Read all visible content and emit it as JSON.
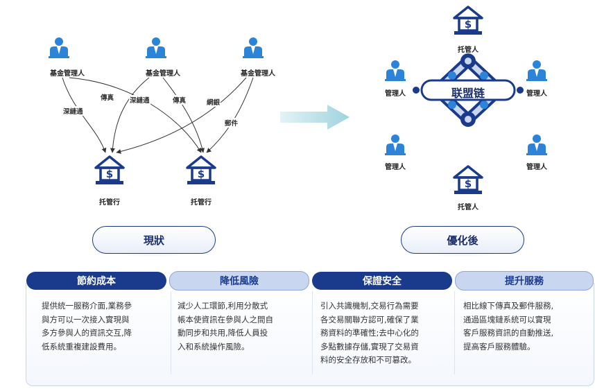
{
  "left": {
    "managers": [
      "基金管理人",
      "基金管理人",
      "基金管理人"
    ],
    "custodians": [
      "托管行",
      "托管行"
    ],
    "channels": [
      "深縺通",
      "傳真",
      "深縺通",
      "傳真",
      "網銀",
      "郵件"
    ],
    "pill": "現狀"
  },
  "right": {
    "hub": "联盟链",
    "top_custodian": "托管人",
    "bottom_custodian": "托管人",
    "managers": [
      "管理人",
      "管理人",
      "管理人",
      "管理人"
    ],
    "pill": "優化後"
  },
  "benefits": [
    {
      "title": "節約成本",
      "text": [
        "提供統一服務介面,業務參",
        "與方可以一次接入實現與",
        "多方參與人的資訊交互,降",
        "低系統重複建設費用。"
      ]
    },
    {
      "title": "降低風險",
      "text": [
        "減少人工環節,利用分散式",
        "帳本使資訊在參與人之間自",
        "動同步和共用,降低人員投",
        "入和系統操作風險。"
      ]
    },
    {
      "title": "保證安全",
      "text": [
        "引入共識機制,交易行為需要",
        "各交易關聯方認可,確保了業",
        "務資料的準確性;去中心化的",
        "多點數據存儲,實現了交易資",
        "料的安全存放和不可篡改。"
      ]
    },
    {
      "title": "提升服務",
      "text": [
        "相比線下傳真及郵件服務,",
        "通過區塊鏈系統可以實現",
        "客戶服務資訊的自動推送,",
        "提高客戶服務體驗。"
      ]
    }
  ],
  "colors": {
    "navy": "#1a3b8c",
    "person": "#2c84d8",
    "light": "#c8d6f0"
  }
}
